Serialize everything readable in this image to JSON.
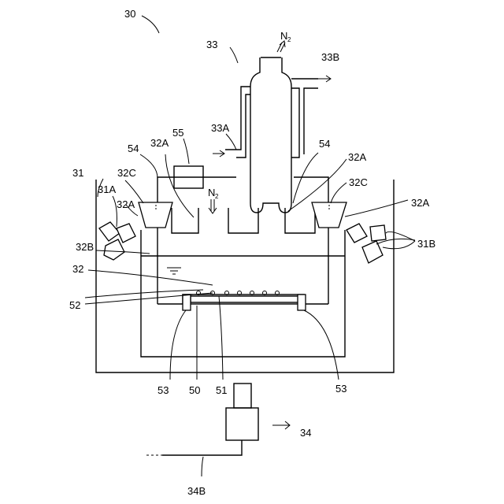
{
  "labels": {
    "l30": "30",
    "l33": "33",
    "l33B": "33B",
    "l33A": "33A",
    "l55": "55",
    "l54L": "54",
    "l54R": "54",
    "l32A_tl": "32A",
    "l32A_tr": "32A",
    "l32A_l": "32A",
    "l32A_r": "32A",
    "l32C_l": "32C",
    "l32C_r": "32C",
    "l31": "31",
    "l31A": "31A",
    "l31B": "31B",
    "l32B": "32B",
    "l32": "32",
    "l52": "52",
    "l53L": "53",
    "l53R": "53",
    "l50": "50",
    "l51": "51",
    "l34": "34",
    "l34B": "34B",
    "n2_top": "N",
    "n2_top_sub": "2",
    "n2_mid": "N",
    "n2_mid_sub": "2"
  }
}
